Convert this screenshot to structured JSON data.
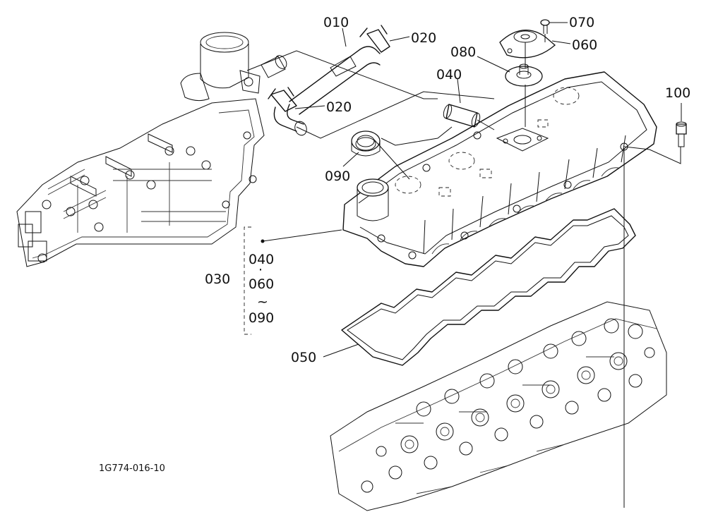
{
  "parts": {
    "p010": "010",
    "p020a": "020",
    "p020b": "020",
    "p040": "040",
    "p050": "050",
    "p060": "060",
    "p070": "070",
    "p080": "080",
    "p090": "090",
    "p100": "100",
    "p030": "030"
  },
  "assembly_group": {
    "line1": "040",
    "sep1": "·",
    "line2": "060",
    "sep2": "~",
    "line3": "090"
  },
  "drawing_code": "1G774-016-10"
}
